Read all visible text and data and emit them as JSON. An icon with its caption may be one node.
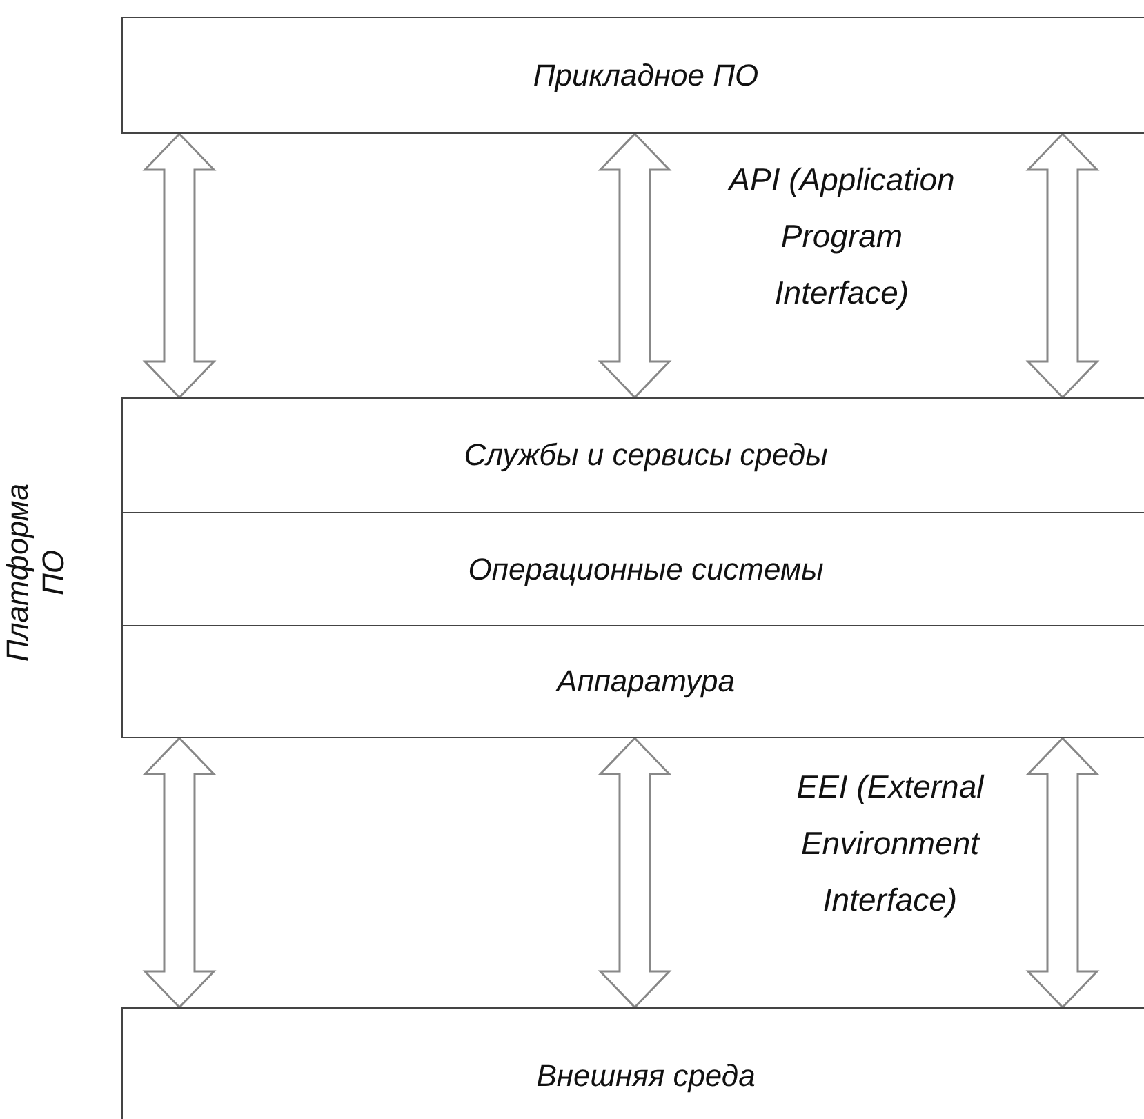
{
  "diagram": {
    "nodes": [
      {
        "text": [
          "Прикладное ПО"
        ]
      },
      {
        "text": [
          "Платформа ПО"
        ]
      },
      {
        "text": [
          "Службы и сервисы среды"
        ],
        "in": 1
      },
      {
        "text": [
          "Операционные системы"
        ],
        "in": 1
      },
      {
        "text": [
          "Аппаратура"
        ],
        "in": 1
      },
      {
        "text": [
          "Внешняя среда"
        ]
      }
    ],
    "edges": [
      {
        "from": 0,
        "to": 1,
        "arrow": "both"
      },
      {
        "from": 0,
        "to": 1,
        "arrow": "both"
      },
      {
        "from": 0,
        "to": 1,
        "arrow": "both"
      },
      {
        "from": 1,
        "to": 5,
        "arrow": "both"
      },
      {
        "from": 1,
        "to": 5,
        "arrow": "both"
      },
      {
        "from": 1,
        "to": 5,
        "arrow": "both"
      }
    ],
    "labels": [
      "API (Application Program Interface)",
      "EEI (External Environment Interface)"
    ]
  }
}
